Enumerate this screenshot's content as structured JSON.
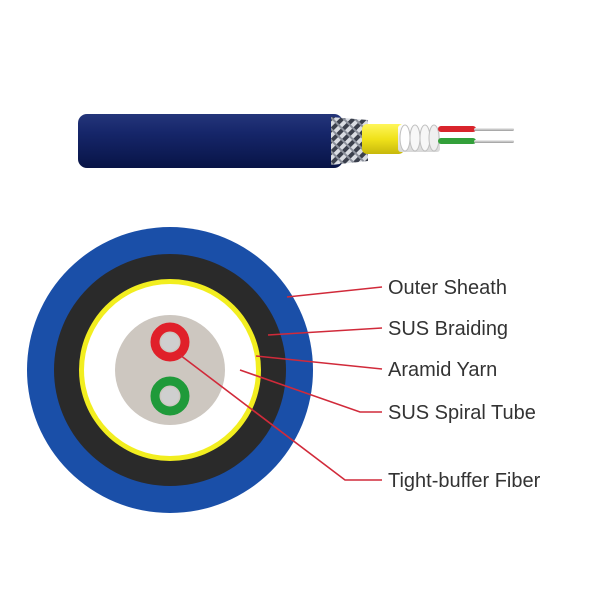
{
  "labels": {
    "outer_sheath": "Outer Sheath",
    "sus_braiding": "SUS Braiding",
    "aramid_yarn": "Aramid Yarn",
    "sus_spiral_tube": "SUS Spiral Tube",
    "tight_buffer_fiber": "Tight-buffer Fiber"
  },
  "colors": {
    "outer_sheath": "#1a4fa8",
    "sus_braiding": "#2a2a2a",
    "aramid_yarn": "#f2ee1f",
    "sus_spiral_tube": "#ffffff",
    "core_fill": "#cdc7c0",
    "fiber_red": "#e0202a",
    "fiber_green": "#1f9a3a",
    "jacket_dark": "#0c1d55",
    "leader_line": "#d12a3a"
  }
}
